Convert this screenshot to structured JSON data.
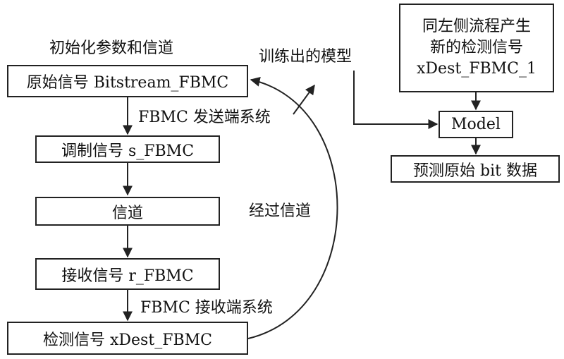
{
  "title": "初始化参数和信道",
  "boxes": {
    "original": "原始信号 Bitstream_FBMC",
    "modulated": "调制信号 s_FBMC",
    "channel": "信道",
    "received": "接收信号 r_FBMC",
    "detected": "检测信号 xDest_FBMC",
    "new_lines": [
      "同左侧流程产生",
      "新的检测信号",
      "xDest_FBMC_1"
    ],
    "model": "Model",
    "predict": "预测原始 bit 数据"
  },
  "labels": {
    "tx": "FBMC 发送端系统",
    "rx": "FBMC 接收端系统",
    "trained": "训练出的模型",
    "through_channel": "经过信道"
  }
}
